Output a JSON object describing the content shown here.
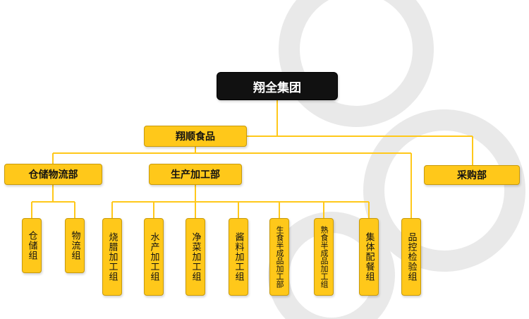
{
  "root": {
    "label": "翔全集团"
  },
  "level1": {
    "label": "翔顺食品"
  },
  "departments": {
    "warehouse": "仓储物流部",
    "production": "生产加工部",
    "purchasing": "采购部"
  },
  "warehouse_groups": [
    "仓储组",
    "物流组"
  ],
  "production_groups": [
    "烧腊加工组",
    "水产加工组",
    "净菜加工组",
    "酱料加工组",
    "生食半成品加工部",
    "熟食半成品加工组",
    "集体配餐组"
  ],
  "qc_group": "品控检验组",
  "colors": {
    "accent": "#ffc81a",
    "line": "#ffc81a",
    "root_bg": "#111111",
    "watermark": "#e6e6e6"
  }
}
